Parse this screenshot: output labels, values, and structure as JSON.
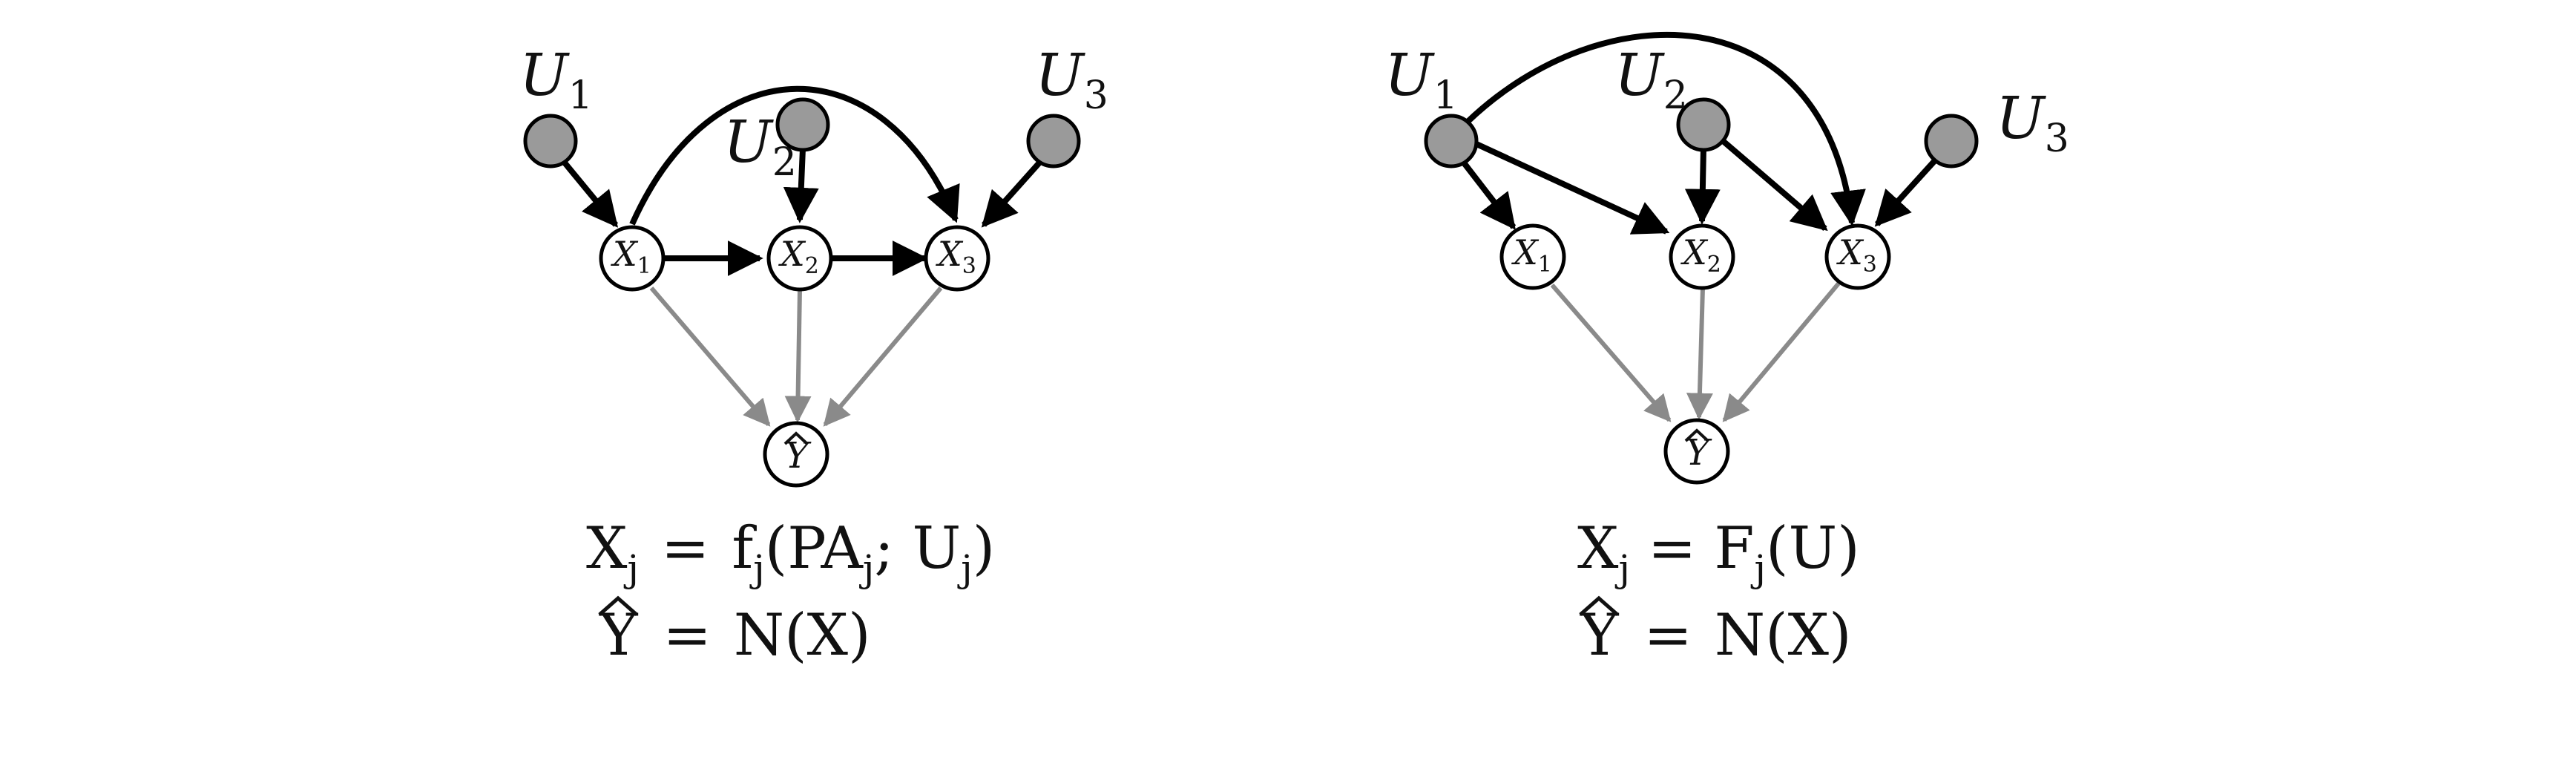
{
  "colors": {
    "background": "#ffffff",
    "causal_edge": "#000000",
    "model_edge": "#8a8a8a",
    "exogenous_node_fill": "#9a9a9a",
    "endogenous_node_fill": "#ffffff",
    "stroke": "#000000"
  },
  "left_diagram": {
    "nodes": {
      "u1": {
        "base": "U",
        "sub": "1"
      },
      "u2": {
        "base": "U",
        "sub": "2"
      },
      "u3": {
        "base": "U",
        "sub": "3"
      },
      "x1": {
        "base": "X",
        "sub": "1"
      },
      "x2": {
        "base": "X",
        "sub": "2"
      },
      "x3": {
        "base": "X",
        "sub": "3"
      },
      "yhat": {
        "base": "Y"
      }
    },
    "equations": [
      {
        "lhs": "X",
        "lhs_sub": "j",
        "op": "=",
        "rhs_pre": "f",
        "rhs_sub1": "j",
        "rhs_mid": "(PA",
        "rhs_sub2": "j",
        "rhs_mid2": "; U",
        "rhs_sub3": "j",
        "rhs_post": ")"
      },
      {
        "lhs": "Y",
        "hat": true,
        "op": "=",
        "rhs": "N(X)"
      }
    ]
  },
  "right_diagram": {
    "nodes": {
      "u1": {
        "base": "U",
        "sub": "1"
      },
      "u2": {
        "base": "U",
        "sub": "2"
      },
      "u3": {
        "base": "U",
        "sub": "3"
      },
      "x1": {
        "base": "X",
        "sub": "1"
      },
      "x2": {
        "base": "X",
        "sub": "2"
      },
      "x3": {
        "base": "X",
        "sub": "3"
      },
      "yhat": {
        "base": "Y"
      }
    },
    "equations": [
      {
        "lhs": "X",
        "lhs_sub": "j",
        "op": "=",
        "rhs_pre": "F",
        "rhs_sub1": "j",
        "rhs_post": "(U)"
      },
      {
        "lhs": "Y",
        "hat": true,
        "op": "=",
        "rhs": "N(X)"
      }
    ]
  }
}
